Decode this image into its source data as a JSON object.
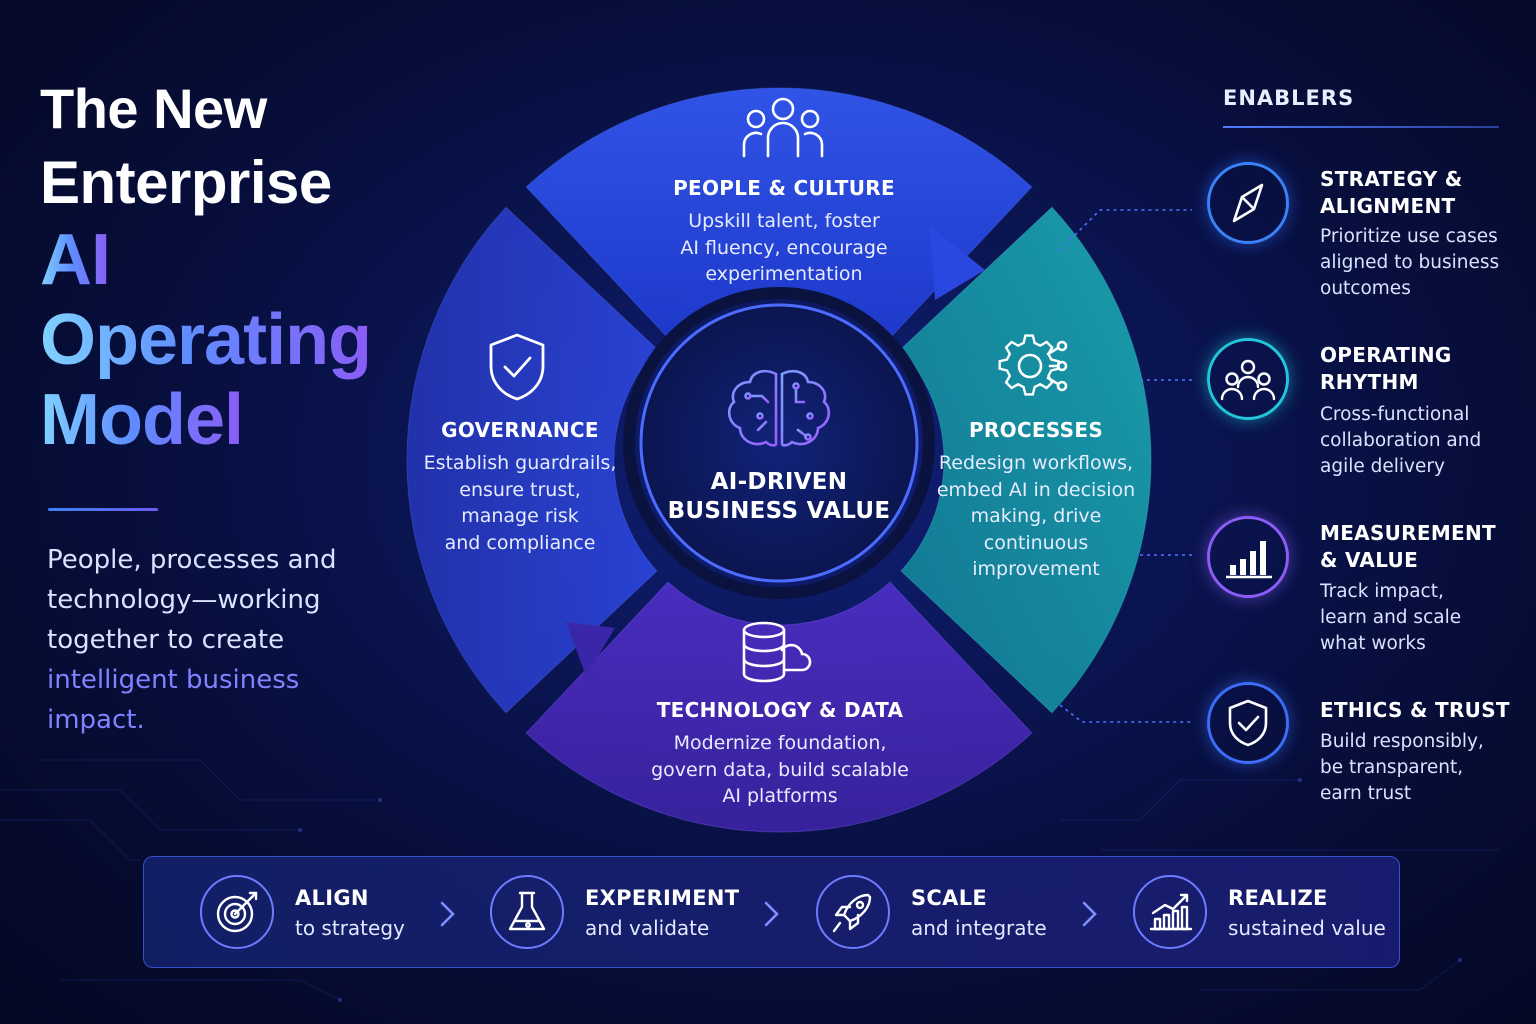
{
  "title": {
    "line1": "The New",
    "line2": "Enterprise",
    "line3": "AI",
    "line4": "Operating",
    "line5": "Model"
  },
  "tagline": {
    "text": "People, processes and technology—working together to create ",
    "highlight": "intelligent business impact."
  },
  "center": {
    "line1": "AI-DRIVEN",
    "line2": "BUSINESS VALUE"
  },
  "segments": {
    "people": {
      "title": "PEOPLE & CULTURE",
      "desc": [
        "Upskill talent, foster",
        "AI fluency, encourage",
        "experimentation"
      ],
      "icon": "people-icon"
    },
    "processes": {
      "title": "PROCESSES",
      "desc": [
        "Redesign workflows,",
        "embed AI in decision",
        "making, drive",
        "continuous",
        "improvement"
      ],
      "icon": "gear-icon"
    },
    "technology": {
      "title": "TECHNOLOGY & DATA",
      "desc": [
        "Modernize foundation,",
        "govern data, build scalable",
        "AI platforms"
      ],
      "icon": "database-cloud-icon"
    },
    "governance": {
      "title": "GOVERNANCE",
      "desc": [
        "Establish guardrails,",
        "ensure trust,",
        "manage risk",
        "and compliance"
      ],
      "icon": "shield-check-icon"
    }
  },
  "enablers": {
    "title": "ENABLERS",
    "items": [
      {
        "title": [
          "STRATEGY &",
          "ALIGNMENT"
        ],
        "desc": [
          "Prioritize use cases",
          "aligned to business",
          "outcomes"
        ],
        "icon": "compass-icon",
        "color": "#3b82f6"
      },
      {
        "title": [
          "OPERATING",
          "RHYTHM"
        ],
        "desc": [
          "Cross-functional",
          "collaboration and",
          "agile delivery"
        ],
        "icon": "team-icon",
        "color": "#22c5d8"
      },
      {
        "title": [
          "MEASUREMENT",
          "& VALUE"
        ],
        "desc": [
          "Track impact,",
          "learn and scale",
          "what works"
        ],
        "icon": "bar-chart-icon",
        "color": "#8b5cf6"
      },
      {
        "title": [
          "ETHICS & TRUST"
        ],
        "desc": [
          "Build responsibly,",
          "be transparent,",
          "earn trust"
        ],
        "icon": "shield-check-icon",
        "color": "#3b6df6"
      }
    ]
  },
  "steps": [
    {
      "title": "ALIGN",
      "sub": "to strategy",
      "icon": "target-icon"
    },
    {
      "title": "EXPERIMENT",
      "sub": "and validate",
      "icon": "flask-icon"
    },
    {
      "title": "SCALE",
      "sub": "and integrate",
      "icon": "rocket-icon"
    },
    {
      "title": "REALIZE",
      "sub": "sustained value",
      "icon": "growth-chart-icon"
    }
  ],
  "colors": {
    "people": "#2b4ee6",
    "processes": "#138a9e",
    "technology": "#4a2bb8",
    "governance": "#2a38c4",
    "accent_violet": "#7f83ff"
  }
}
